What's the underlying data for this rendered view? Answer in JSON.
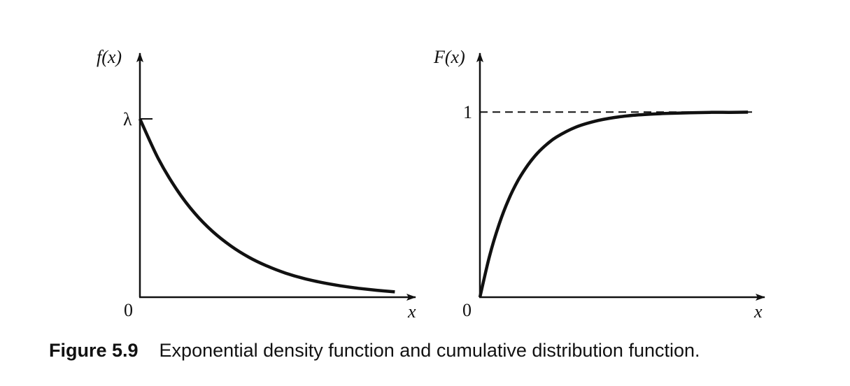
{
  "chart_data": [
    {
      "type": "line",
      "name": "Exponential density function",
      "ylabel": "f(x)",
      "xlabel": "x",
      "x_origin_label": "0",
      "y_tick_label": "λ",
      "x": [
        0,
        0.5,
        1,
        1.5,
        2,
        2.5,
        3,
        3.5,
        4,
        4.5,
        5,
        5.5,
        6,
        6.5,
        7
      ],
      "y": [
        1.0,
        0.779,
        0.607,
        0.472,
        0.368,
        0.287,
        0.223,
        0.174,
        0.135,
        0.105,
        0.082,
        0.064,
        0.05,
        0.039,
        0.03
      ],
      "xlim": [
        0,
        7.3
      ],
      "ylim": [
        0,
        1.4
      ],
      "grid": false,
      "legend": "none"
    },
    {
      "type": "line",
      "name": "Exponential cumulative distribution function",
      "ylabel": "F(x)",
      "xlabel": "x",
      "x_origin_label": "0",
      "y_tick_label": "1",
      "asymptote": 1,
      "x": [
        0,
        0.25,
        0.5,
        0.75,
        1,
        1.25,
        1.5,
        1.75,
        2,
        2.5,
        3,
        3.5,
        4,
        4.5,
        5,
        5.5,
        6,
        6.5,
        7
      ],
      "y": [
        0,
        0.221,
        0.393,
        0.528,
        0.632,
        0.713,
        0.777,
        0.826,
        0.865,
        0.918,
        0.95,
        0.97,
        0.982,
        0.989,
        0.993,
        0.996,
        0.998,
        0.998,
        0.999
      ],
      "xlim": [
        0,
        7.6
      ],
      "ylim": [
        0,
        1.28
      ],
      "grid": false,
      "legend": "none"
    }
  ],
  "caption": {
    "number": "Figure 5.9",
    "text": "Exponential density function and cumulative distribution function."
  }
}
